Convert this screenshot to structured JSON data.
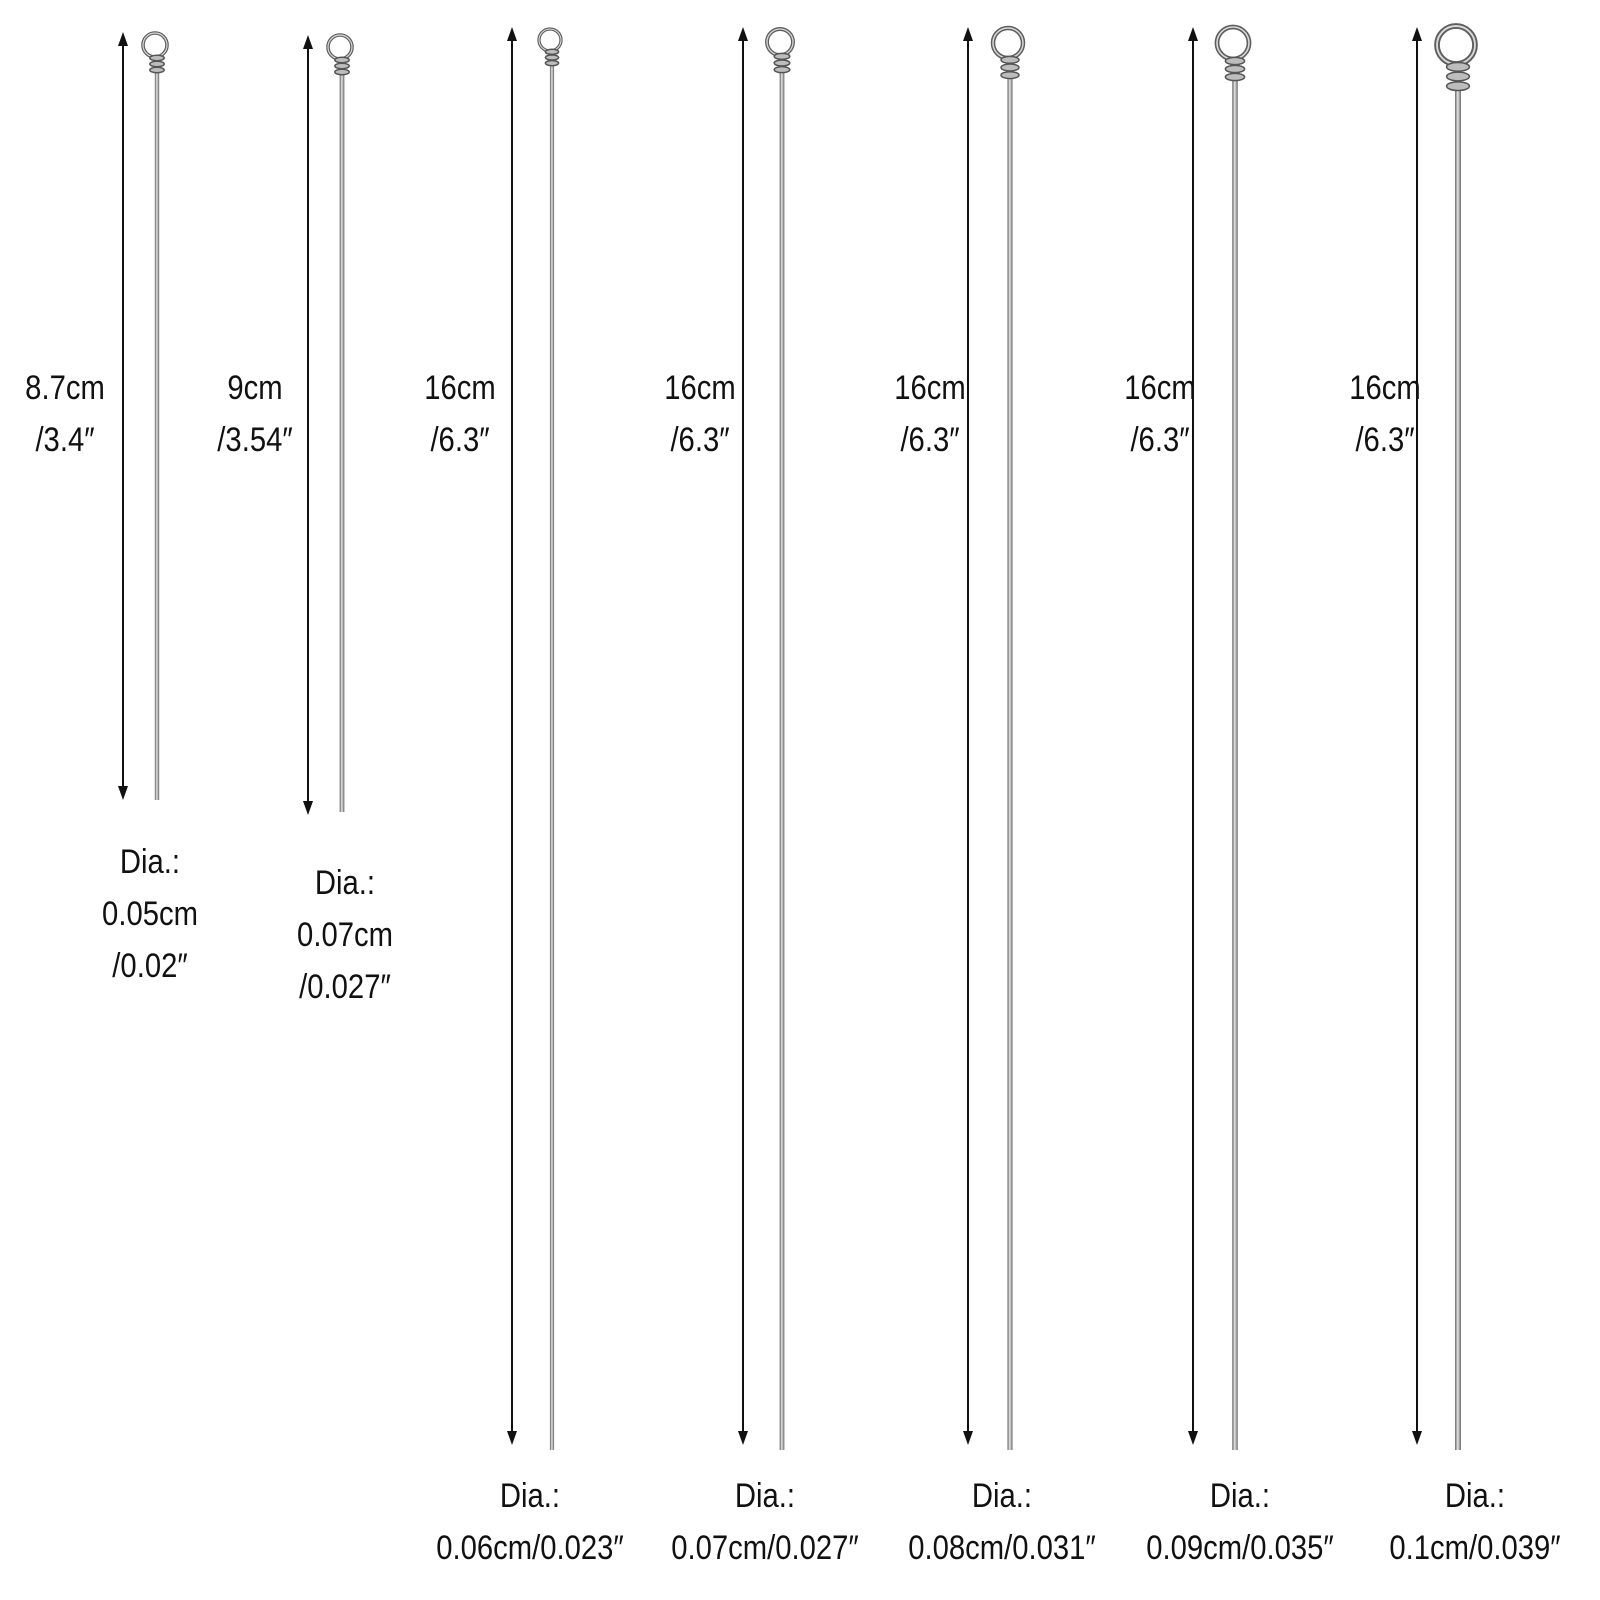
{
  "colors": {
    "background": "#ffffff",
    "arrow": "#111111",
    "wire_dark": "#7c7c7c",
    "wire_light": "#dcdcdc",
    "text": "#111111"
  },
  "icon": "wire-pin-with-loop",
  "pins": [
    {
      "length_cm": "8.7cm",
      "length_in": "/3.4″",
      "dia_label": "Dia.:",
      "dia_cm": "0.05cm",
      "dia_in": "/0.02″",
      "dia_value": "0.05cm/0.02″"
    },
    {
      "length_cm": "9cm",
      "length_in": "/3.54″",
      "dia_label": "Dia.:",
      "dia_cm": "0.07cm",
      "dia_in": "/0.027″",
      "dia_value": "0.07cm/0.027″"
    },
    {
      "length_cm": "16cm",
      "length_in": "/6.3″",
      "dia_label": "Dia.:",
      "dia_value": "0.06cm/0.023″"
    },
    {
      "length_cm": "16cm",
      "length_in": "/6.3″",
      "dia_label": "Dia.:",
      "dia_value": "0.07cm/0.027″"
    },
    {
      "length_cm": "16cm",
      "length_in": "/6.3″",
      "dia_label": "Dia.:",
      "dia_value": "0.08cm/0.031″"
    },
    {
      "length_cm": "16cm",
      "length_in": "/6.3″",
      "dia_label": "Dia.:",
      "dia_value": "0.09cm/0.035″"
    },
    {
      "length_cm": "16cm",
      "length_in": "/6.3″",
      "dia_label": "Dia.:",
      "dia_value": "0.1cm/0.039″"
    }
  ]
}
